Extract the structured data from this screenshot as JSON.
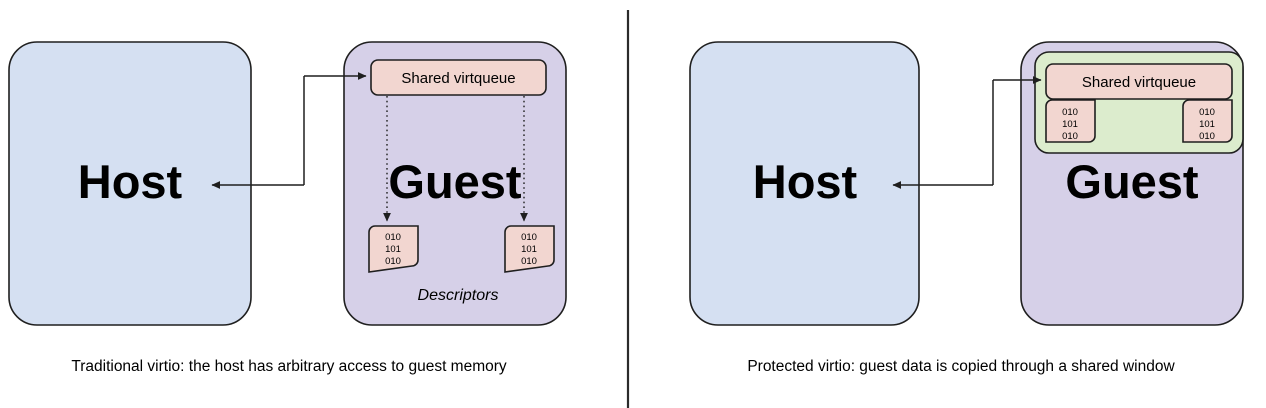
{
  "figure": {
    "title": "Traditional vs protected virtio memory access",
    "colors": {
      "host_fill": "#d5e0f2",
      "guest_fill": "#d6d0e8",
      "shared_window_fill": "#dceccd",
      "virtqueue_fill": "#f2d6d0",
      "descriptor_fill": "#f2d6d0",
      "stroke": "#1f1f1f",
      "divider": "#2b2b2b",
      "background": "#ffffff"
    }
  },
  "panels": [
    {
      "id": "traditional",
      "caption": "Traditional virtio: the host has arbitrary access to guest memory",
      "host": {
        "label": "Host"
      },
      "guest": {
        "label": "Guest"
      },
      "virtqueue": {
        "label": "Shared virtqueue"
      },
      "descriptors_label": "Descriptors",
      "descriptors": [
        {
          "lines": [
            "010",
            "101",
            "010"
          ]
        },
        {
          "lines": [
            "010",
            "101",
            "010"
          ]
        }
      ],
      "shared_window": null
    },
    {
      "id": "protected",
      "caption": "Protected virtio: guest data is copied through a shared window",
      "host": {
        "label": "Host"
      },
      "guest": {
        "label": "Guest"
      },
      "virtqueue": {
        "label": "Shared virtqueue"
      },
      "descriptors_label": "",
      "descriptors": [
        {
          "lines": [
            "010",
            "101",
            "010"
          ]
        },
        {
          "lines": [
            "010",
            "101",
            "010"
          ]
        }
      ],
      "shared_window": {
        "label": ""
      }
    }
  ]
}
